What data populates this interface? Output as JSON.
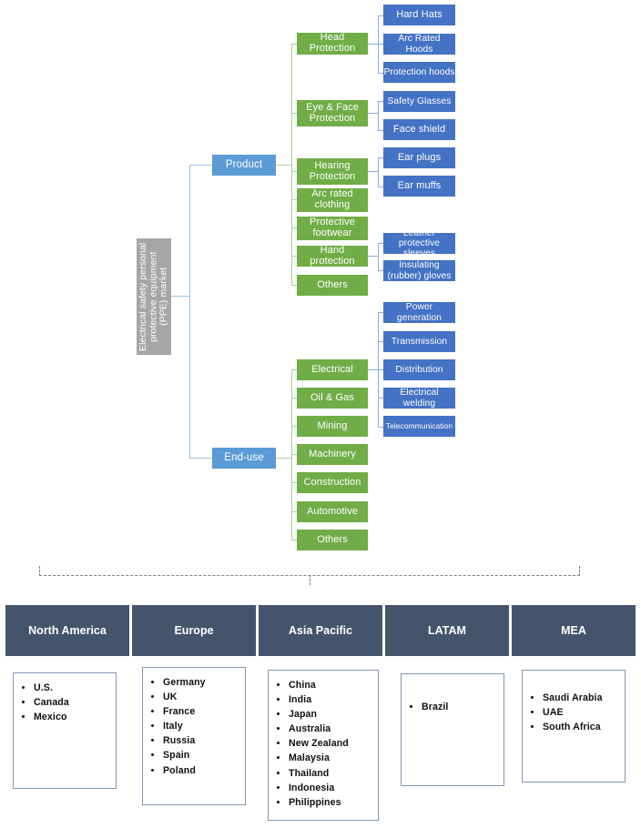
{
  "root": {
    "label": "Electrical safety personal protective equipment (PPE) market"
  },
  "branches": [
    {
      "label": "Product",
      "name": "product"
    },
    {
      "label": "End-use",
      "name": "end-use"
    }
  ],
  "product_children": [
    {
      "label": "Head Protection",
      "leaves": [
        "Hard Hats",
        "Arc Rated Hoods",
        "Protection hoods"
      ]
    },
    {
      "label": "Eye & Face Protection",
      "leaves": [
        "Safety Glasses",
        "Face shield"
      ]
    },
    {
      "label": "Hearing Protection",
      "leaves": [
        "Ear plugs",
        "Ear muffs"
      ]
    },
    {
      "label": "Arc rated clothing",
      "leaves": []
    },
    {
      "label": "Protective footwear",
      "leaves": []
    },
    {
      "label": "Hand protection",
      "leaves": [
        "Leather protective sleeves",
        "Insulating (rubber) gloves"
      ]
    },
    {
      "label": "Others",
      "leaves": []
    }
  ],
  "enduse_children": [
    {
      "label": "Electrical",
      "leaves": [
        "Power generation",
        "Transmission",
        "Distribution",
        "Electrical welding",
        "Telecommunication"
      ]
    },
    {
      "label": "Oil & Gas",
      "leaves": []
    },
    {
      "label": "Mining",
      "leaves": []
    },
    {
      "label": "Machinery",
      "leaves": []
    },
    {
      "label": "Construction",
      "leaves": []
    },
    {
      "label": "Automotive",
      "leaves": []
    },
    {
      "label": "Others",
      "leaves": []
    }
  ],
  "regions": [
    {
      "name": "North America",
      "countries": [
        "U.S.",
        "Canada",
        "Mexico"
      ]
    },
    {
      "name": "Europe",
      "countries": [
        "Germany",
        "UK",
        "France",
        "Italy",
        "Russia",
        "Spain",
        "Poland"
      ]
    },
    {
      "name": "Asia Pacific",
      "countries": [
        "China",
        "India",
        "Japan",
        "Australia",
        "New Zealand",
        "Malaysia",
        "Thailand",
        "Indonesia",
        "Philippines"
      ]
    },
    {
      "name": "LATAM",
      "countries": [
        "Brazil"
      ]
    },
    {
      "name": "MEA",
      "countries": [
        "Saudi Arabia",
        "UAE",
        "South Africa"
      ]
    }
  ],
  "colors": {
    "root_fill": "#a6a6a6",
    "level1_fill": "#5b9bd5",
    "level2_fill": "#70ad47",
    "level3_fill": "#4472c4",
    "region_header_fill": "#44546a",
    "region_border": "#8497b0",
    "connector_blue": "#9dc3e6",
    "connector_green": "#a9d18e",
    "connector_leaf_blue": "#8faadc",
    "rail_dash": "#808080"
  }
}
